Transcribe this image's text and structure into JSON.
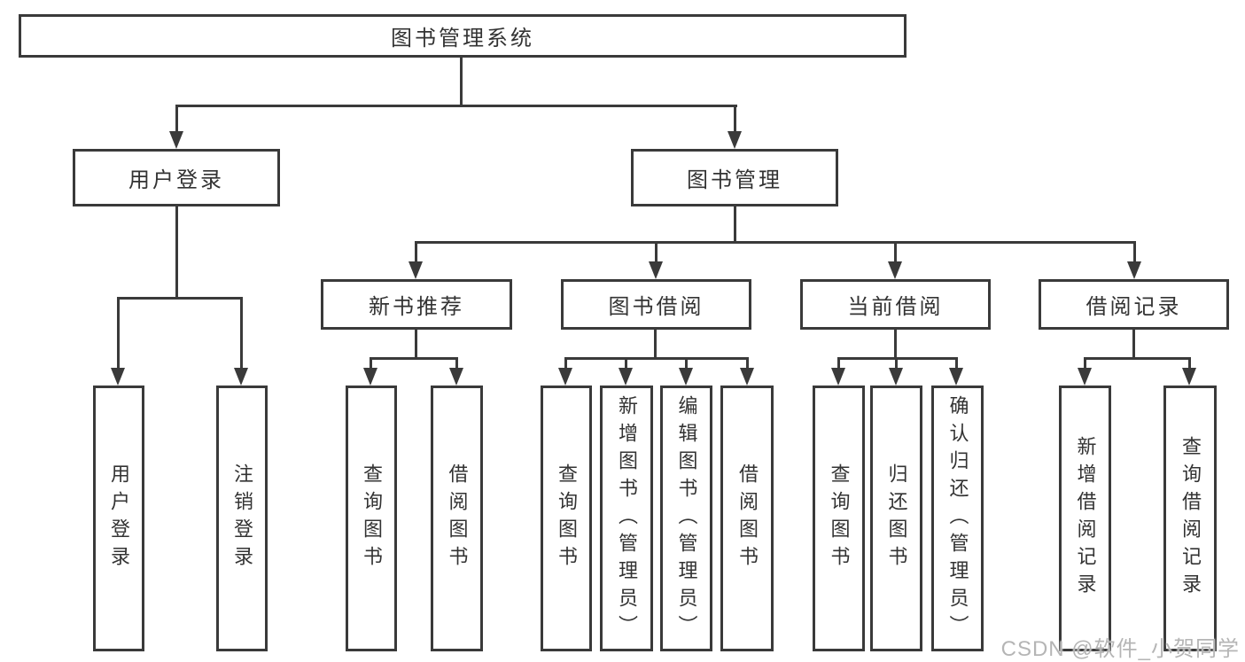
{
  "nodes": {
    "root": "图书管理系统",
    "user_login": "用户登录",
    "book_mgmt": "图书管理",
    "new_books": "新书推荐",
    "book_borrow": "图书借阅",
    "current_borrow": "当前借阅",
    "borrow_records": "借阅记录"
  },
  "leaves": {
    "user_login": [
      "用户登录",
      "注销登录"
    ],
    "new_books": [
      "查询图书",
      "借阅图书"
    ],
    "book_borrow": [
      "查询图书",
      "新增图书（管理员）",
      "编辑图书（管理员）",
      "借阅图书"
    ],
    "current_borrow": [
      "查询图书",
      "归还图书",
      "确认归还（管理员）"
    ],
    "borrow_records": [
      "新增借阅记录",
      "查询借阅记录"
    ]
  },
  "watermark": "CSDN @软件_小贺同学",
  "colors": {
    "line": "#3a3a3a",
    "text": "#333333",
    "watermark": "#b5b5b5",
    "background": "#ffffff"
  }
}
